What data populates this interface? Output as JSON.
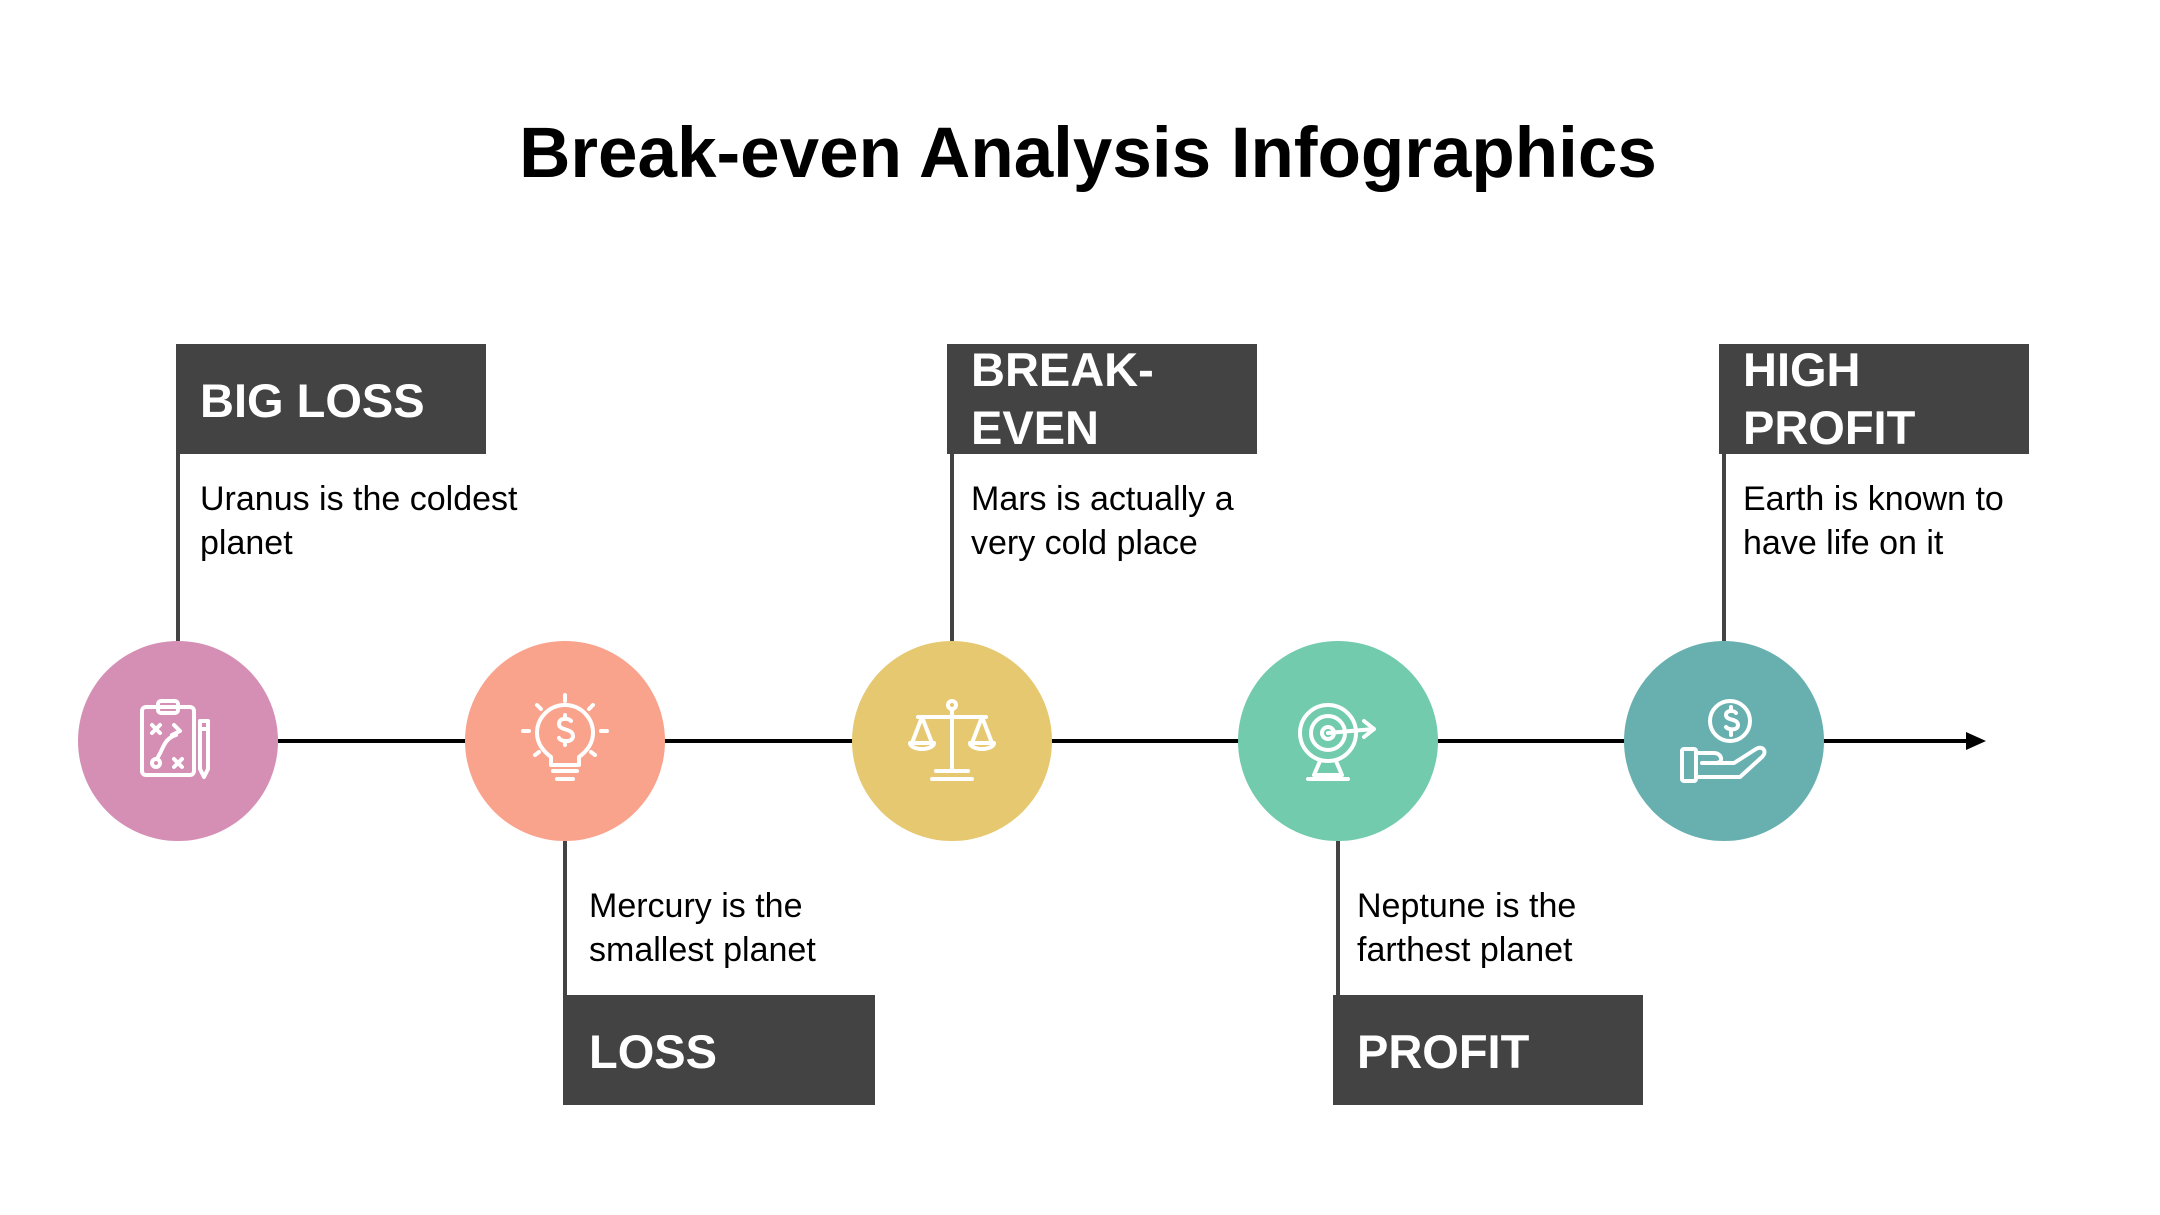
{
  "title": "Break-even Analysis Infographics",
  "stages": [
    {
      "label": "BIG LOSS",
      "description": "Uranus is the coldest planet",
      "color": "#d58fb5",
      "icon": "clipboard-strategy-icon"
    },
    {
      "label": "LOSS",
      "description": "Mercury is the smallest planet",
      "color": "#f9a38c",
      "icon": "lightbulb-dollar-icon"
    },
    {
      "label": "BREAK-EVEN",
      "description": "Mars is actually a very cold place",
      "color": "#e6c871",
      "icon": "balance-scale-icon"
    },
    {
      "label": "PROFIT",
      "description": "Neptune is the farthest planet",
      "color": "#72cbad",
      "icon": "target-arrow-icon"
    },
    {
      "label": "HIGH PROFIT",
      "description": "Earth is known to have life on it",
      "color": "#68b0b0",
      "icon": "hand-coin-icon"
    }
  ],
  "colors": {
    "label_bg": "#434343",
    "line": "#000000",
    "text": "#000000"
  }
}
